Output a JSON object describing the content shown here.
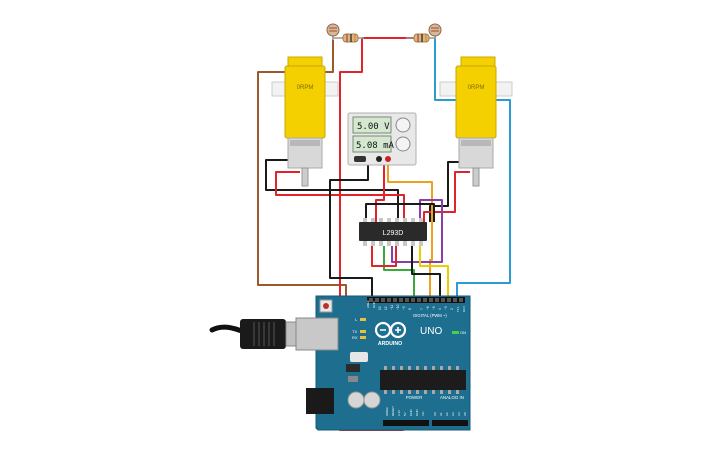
{
  "motors": {
    "left": {
      "label": "0RPM"
    },
    "right": {
      "label": "0RPM"
    }
  },
  "power_supply": {
    "voltage": "5.00 V",
    "current": "5.08 mA"
  },
  "driver_chip": {
    "label": "L293D"
  },
  "arduino": {
    "brand": "ARDUINO",
    "model": "UNO",
    "digital_label": "DIGITAL (PWM ~)",
    "power_label": "POWER",
    "analog_label": "ANALOG IN",
    "tx_label": "TX",
    "rx_label": "RX",
    "l_label": "L",
    "on_label": "ON",
    "aref_label": "AREF",
    "gnd_label": "GND",
    "digital_pins": [
      "13",
      "12",
      "~11",
      "~10",
      "~9",
      "8",
      "7",
      "~6",
      "~5",
      "4",
      "~3",
      "2",
      "TX 1",
      "RX 0"
    ],
    "power_pins": [
      "IOREF",
      "RESET",
      "3.3V",
      "5V",
      "GND",
      "GND",
      "Vin"
    ],
    "analog_pins": [
      "A0",
      "A1",
      "A2",
      "A3",
      "A4",
      "A5"
    ]
  },
  "colors": {
    "board": "#1d6e8f",
    "motor_body": "#f5d000",
    "wire_red": "#e0242b",
    "wire_black": "#1a1a1a",
    "wire_brown": "#9b5a2c",
    "wire_blue": "#2a9bd4",
    "wire_orange": "#f0a020",
    "wire_purple": "#8a3fa8",
    "wire_green": "#3aa83a",
    "wire_yellow": "#e8d000"
  }
}
